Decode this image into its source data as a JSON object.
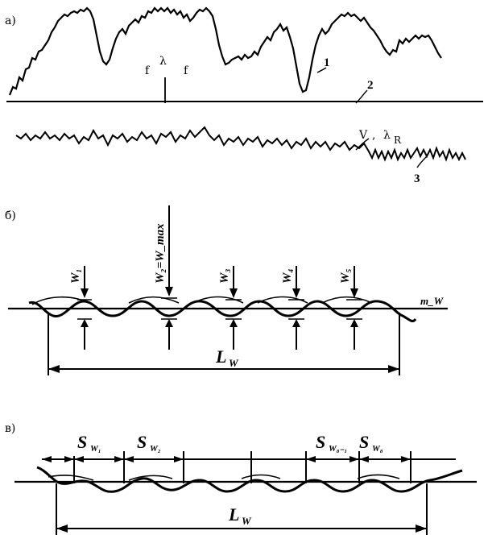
{
  "panel_a": {
    "label": "а)",
    "f_left": "f",
    "lambda": "λ",
    "f_right": "f",
    "curve1": "1",
    "curve2": "2",
    "curve3": "3",
    "v_label": "V",
    "v_sep": ",",
    "lambda_r": "λ",
    "r_sub": "R"
  },
  "panel_b": {
    "label": "б)",
    "w1": "W₁",
    "w2": "W₂=W_max",
    "w3": "W₃",
    "w4": "W₄",
    "w5": "W₅",
    "mw": "m_W",
    "lw": "L",
    "lw_sub": "W"
  },
  "panel_c": {
    "label": "в)",
    "s1": "S",
    "s1_sub": "W₁",
    "s2": "S",
    "s2_sub": "W₂",
    "s3": "S",
    "s3_sub": "W₈₋₁",
    "s4": "S",
    "s4_sub": "W₈",
    "lw": "L",
    "lw_sub": "W"
  }
}
